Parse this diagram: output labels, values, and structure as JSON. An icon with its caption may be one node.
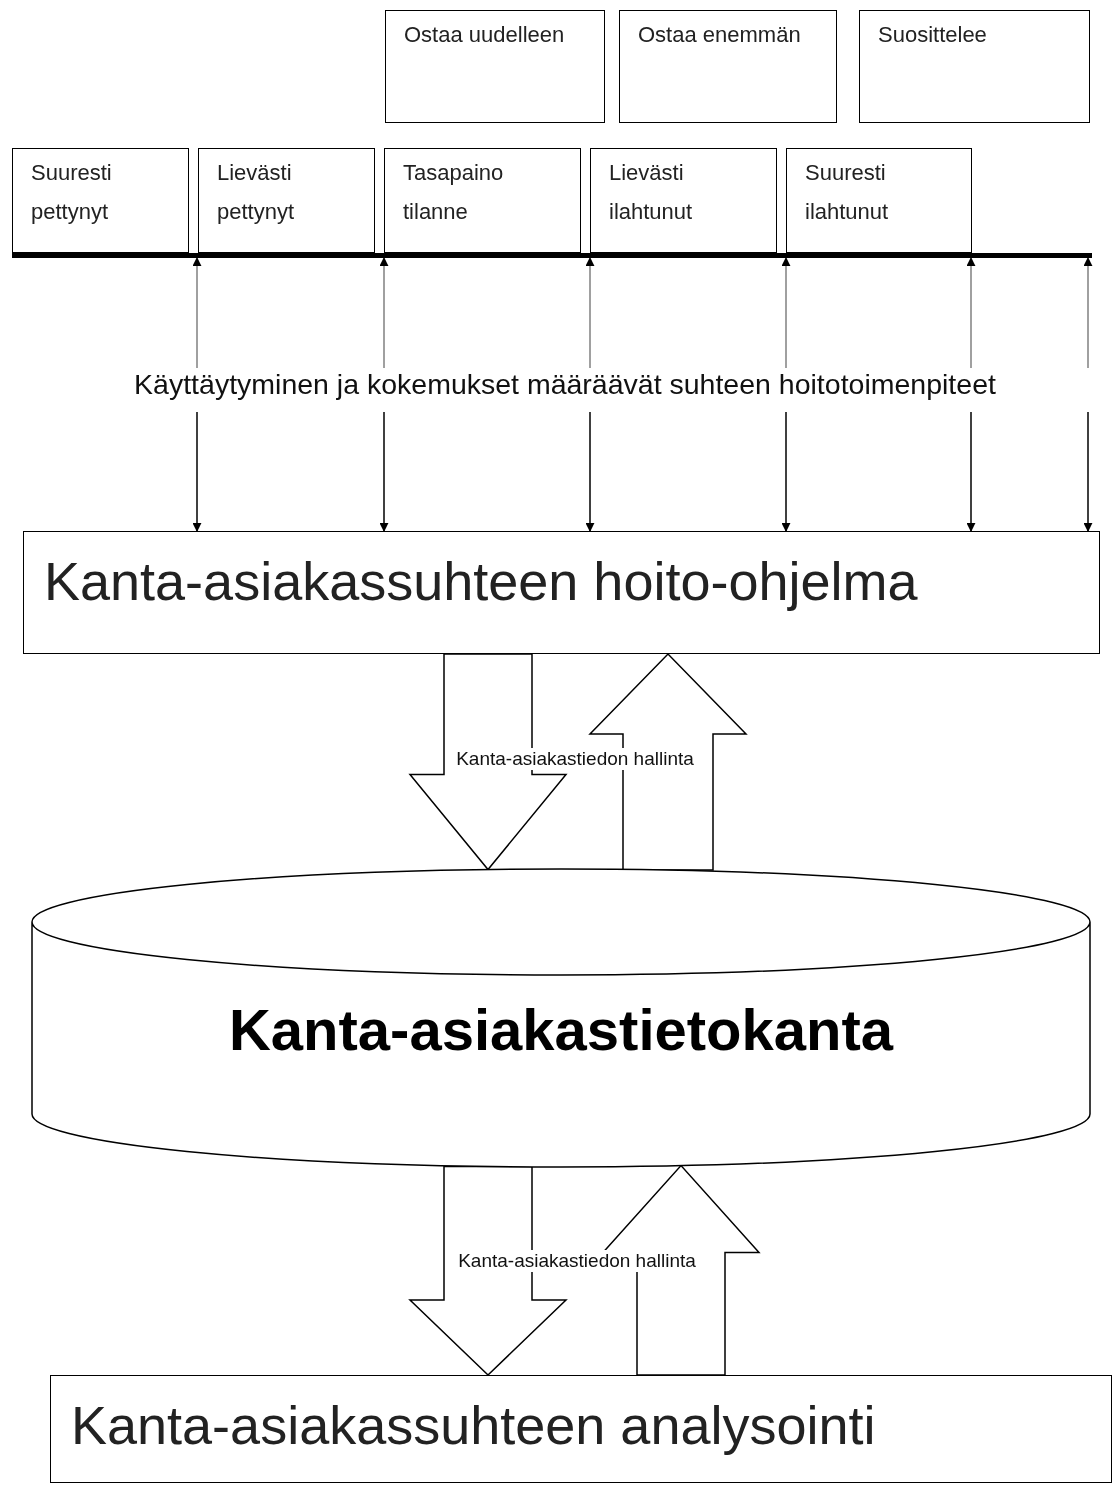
{
  "diagram": {
    "nodes": [
      {
        "text": [
          "Ostaa uudelleen"
        ]
      },
      {
        "text": [
          "Ostaa enemmän"
        ]
      },
      {
        "text": [
          "Suosittelee"
        ]
      },
      {
        "text": [
          "Suuresti pettynyt"
        ]
      },
      {
        "text": [
          "Lievästi pettynyt"
        ]
      },
      {
        "text": [
          "Tasapaino tilanne"
        ]
      },
      {
        "text": [
          "Lievästi ilahtunut"
        ]
      },
      {
        "text": [
          "Suuresti ilahtunut"
        ]
      },
      {
        "text": [],
        "shape": "bar"
      },
      {
        "text": [
          "Käyttäytyminen ja kokemukset määräävät suhteen hoitotoimenpiteet"
        ]
      },
      {
        "text": [
          "Kanta-asiakassuhteen hoito-ohjelma"
        ]
      },
      {
        "text": [
          "Kanta-asiakastietokanta"
        ]
      },
      {
        "text": [
          "Kanta-asiakassuhteen analysointi"
        ]
      }
    ],
    "edges": [
      {
        "from": 9,
        "to": 8,
        "arrow": "to",
        "color": "#808080"
      },
      {
        "from": 9,
        "to": 8,
        "arrow": "to",
        "color": "#808080"
      },
      {
        "from": 9,
        "to": 8,
        "arrow": "to",
        "color": "#808080"
      },
      {
        "from": 9,
        "to": 8,
        "arrow": "to",
        "color": "#808080"
      },
      {
        "from": 9,
        "to": 8,
        "arrow": "to",
        "color": "#808080"
      },
      {
        "from": 9,
        "to": 8,
        "arrow": "to",
        "color": "#808080"
      },
      {
        "from": 9,
        "to": 10,
        "arrow": "to",
        "color": "#000000"
      },
      {
        "from": 9,
        "to": 10,
        "arrow": "to",
        "color": "#000000"
      },
      {
        "from": 9,
        "to": 10,
        "arrow": "to",
        "color": "#000000"
      },
      {
        "from": 9,
        "to": 10,
        "arrow": "to",
        "color": "#000000"
      },
      {
        "from": 9,
        "to": 10,
        "arrow": "to",
        "color": "#000000"
      },
      {
        "from": 9,
        "to": 10,
        "arrow": "to",
        "color": "#000000"
      },
      {
        "from": 10,
        "to": 11,
        "arrow": "to",
        "style": "thick",
        "label": "Kanta-asiakastiedon hallinta"
      },
      {
        "from": 11,
        "to": 10,
        "arrow": "to",
        "style": "thick"
      },
      {
        "from": 11,
        "to": 12,
        "arrow": "to",
        "style": "thick",
        "label": "Kanta-asiakastiedon hallinta"
      },
      {
        "from": 12,
        "to": 11,
        "arrow": "to",
        "style": "thick"
      }
    ]
  }
}
